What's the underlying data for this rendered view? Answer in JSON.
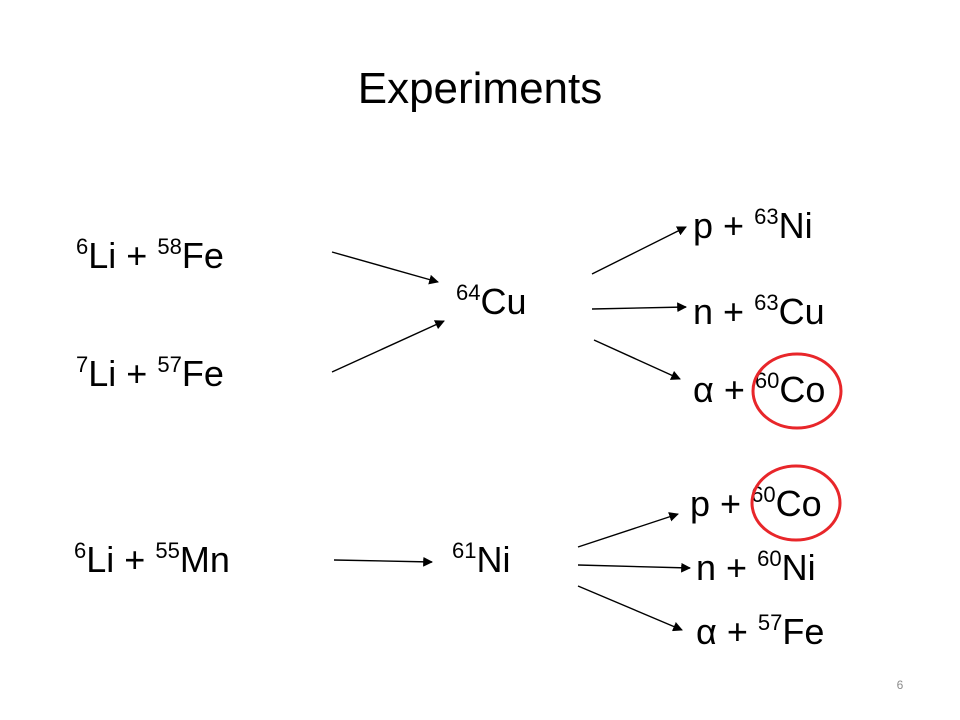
{
  "slide": {
    "title": "Experiments",
    "page_number": "6"
  },
  "reactions": {
    "entrance_1": {
      "mass_a": "6",
      "elem_a": "Li",
      "plus": "+",
      "mass_b": "58",
      "elem_b": "Fe"
    },
    "entrance_2": {
      "mass_a": "7",
      "elem_a": "Li",
      "plus": "+",
      "mass_b": "57",
      "elem_b": "Fe"
    },
    "compound_1": {
      "mass": "64",
      "elem": "Cu"
    },
    "exit_1a": {
      "particle": "p",
      "plus": "+",
      "mass": "63",
      "elem": "Ni"
    },
    "exit_1b": {
      "particle": "n",
      "plus": "+",
      "mass": "63",
      "elem": "Cu"
    },
    "exit_1c": {
      "particle": "α",
      "plus": "+",
      "mass": "60",
      "elem": "Co"
    },
    "entrance_3": {
      "mass_a": "6",
      "elem_a": "Li",
      "plus": "+",
      "mass_b": "55",
      "elem_b": "Mn"
    },
    "compound_2": {
      "mass": "61",
      "elem": "Ni"
    },
    "exit_2a": {
      "particle": "p",
      "plus": "+",
      "mass": "60",
      "elem": "Co"
    },
    "exit_2b": {
      "particle": "n",
      "plus": "+",
      "mass": "60",
      "elem": "Ni"
    },
    "exit_2c": {
      "particle": "α",
      "plus": "+",
      "mass": "57",
      "elem": "Fe"
    }
  },
  "colors": {
    "text": "#000000",
    "highlight_circle": "#e8262a",
    "page_number": "#8c8c8c"
  }
}
